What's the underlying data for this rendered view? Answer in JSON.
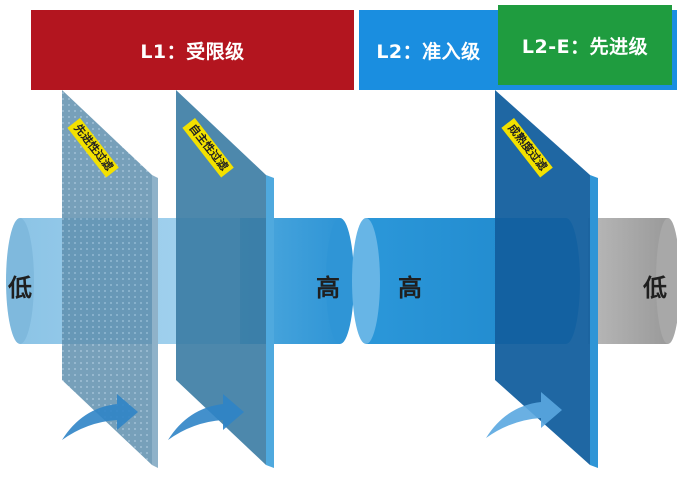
{
  "colors": {
    "l1": "#b3151f",
    "l2": "#1a8ee0",
    "l2e": "#1f9c3f",
    "tag": "#f3e100"
  },
  "banners": {
    "l1": "L1：受限级",
    "l2": "L2：准入级",
    "l2e": "L2-E：先进级"
  },
  "cylinders": {
    "left_low": "低",
    "middle_high_1": "高",
    "middle_high_2": "高",
    "right_low": "低"
  },
  "filters": [
    {
      "label": "先进性过滤"
    },
    {
      "label": "自主性过滤"
    },
    {
      "label": "成熟度过滤"
    }
  ],
  "icons": [
    "curved-arrow-icon",
    "curved-arrow-icon",
    "curved-arrow-icon"
  ]
}
